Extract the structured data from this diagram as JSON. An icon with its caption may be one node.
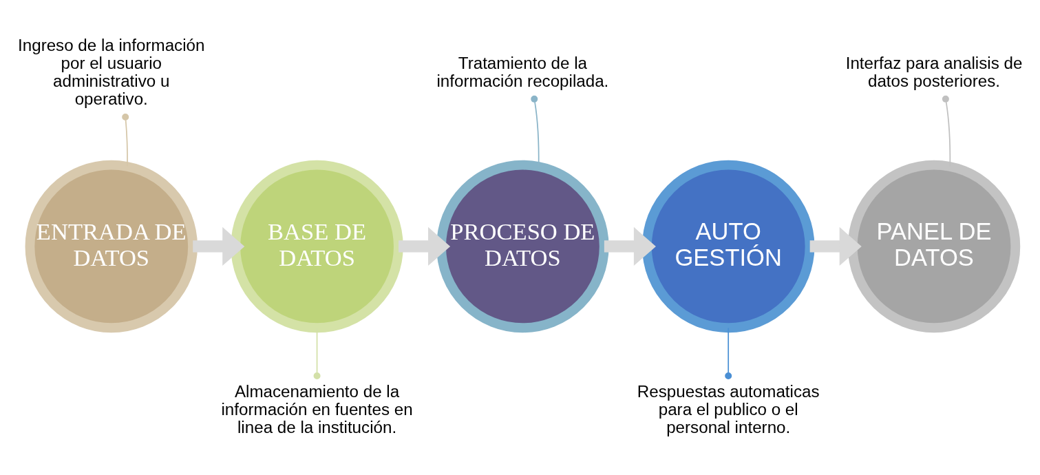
{
  "diagram": {
    "nodes": [
      {
        "text": [
          "ENTRADA DE DATOS"
        ]
      },
      {
        "text": [
          "BASE DE DATOS"
        ]
      },
      {
        "text": [
          "PROCESO DE DATOS"
        ]
      },
      {
        "text": [
          "AUTO GESTIÓN"
        ]
      },
      {
        "text": [
          "PANEL DE DATOS"
        ]
      },
      {
        "text": [
          "Ingreso de la información por el usuario administrativo u operativo."
        ]
      },
      {
        "text": [
          "Almacenamiento de la información en fuentes en linea de la institución."
        ]
      },
      {
        "text": [
          "Tratamiento de la información recopilada."
        ]
      },
      {
        "text": [
          "Respuestas automaticas para el publico o el personal interno."
        ]
      },
      {
        "text": [
          "Interfaz para analisis de datos posteriores."
        ]
      }
    ],
    "edges": [
      {
        "from": 0,
        "to": 1,
        "arrow": "to",
        "style": "thick"
      },
      {
        "from": 1,
        "to": 2,
        "arrow": "to",
        "style": "thick"
      },
      {
        "from": 2,
        "to": 3,
        "arrow": "to",
        "style": "thick"
      },
      {
        "from": 3,
        "to": 4,
        "arrow": "to",
        "style": "thick"
      },
      {
        "from": 0,
        "to": 5,
        "arrow": "other",
        "color": "#d5c6a8"
      },
      {
        "from": 1,
        "to": 6,
        "arrow": "other",
        "color": "#d3e0a8"
      },
      {
        "from": 2,
        "to": 7,
        "arrow": "other",
        "color": "#8ab4c8"
      },
      {
        "from": 3,
        "to": 8,
        "arrow": "other",
        "color": "#4a8fd4"
      },
      {
        "from": 4,
        "to": 9,
        "arrow": "other",
        "color": "#c0c0c0"
      }
    ]
  }
}
